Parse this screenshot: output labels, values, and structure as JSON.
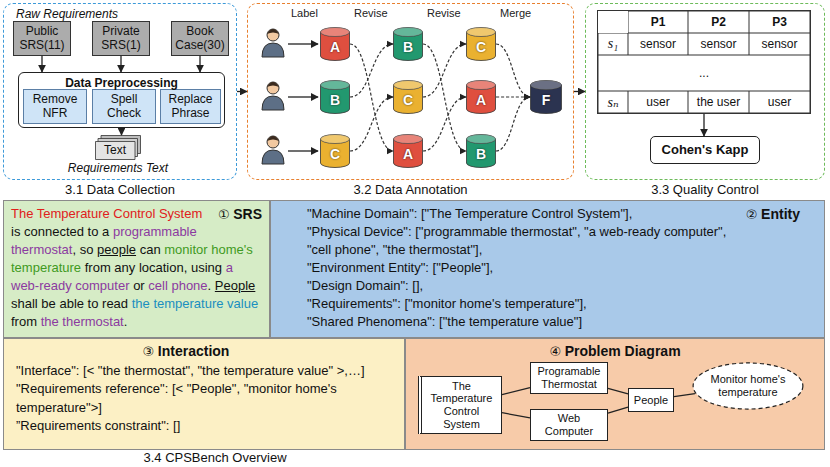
{
  "diagram": {
    "caption": "3.4 CPSBench Overview",
    "nodes": [
      {
        "text": [
          "Raw Requirements",
          "3.1 Data Collection"
        ]
      },
      {
        "text": [
          "Public SRS(11)"
        ],
        "in": 0
      },
      {
        "text": [
          "Private SRS(1)"
        ],
        "in": 0
      },
      {
        "text": [
          "Book Case(30)"
        ],
        "in": 0
      },
      {
        "text": [
          "Data Preprocessing"
        ],
        "in": 0
      },
      {
        "text": [
          "Remove NFR"
        ],
        "in": 4
      },
      {
        "text": [
          "Spell Check"
        ],
        "in": 4
      },
      {
        "text": [
          "Replace Phrase"
        ],
        "in": 4
      },
      {
        "text": [
          "Text",
          "Requirements Text"
        ],
        "in": 0
      },
      {
        "text": [
          "3.2 Data Annotation"
        ]
      },
      {
        "text": [
          "A"
        ],
        "in": 9
      },
      {
        "text": [
          "B"
        ],
        "in": 9
      },
      {
        "text": [
          "C"
        ],
        "in": 9
      },
      {
        "text": [
          "B"
        ],
        "in": 9
      },
      {
        "text": [
          "C"
        ],
        "in": 9
      },
      {
        "text": [
          "A"
        ],
        "in": 9
      },
      {
        "text": [
          "F"
        ],
        "in": 9
      },
      {
        "text": [
          "C"
        ],
        "in": 9
      },
      {
        "text": [
          "A"
        ],
        "in": 9
      },
      {
        "text": [
          "B"
        ],
        "in": 9
      },
      {
        "text": [
          "3.3 Quality Control"
        ]
      },
      {
        "text": [
          "P1",
          "P2",
          "P3",
          "s₁",
          "sensor",
          "sensor",
          "sensor",
          "...",
          "sₙ",
          "user",
          "the user",
          "user"
        ],
        "in": 20
      },
      {
        "text": [
          "Cohen's Kapp"
        ],
        "in": 20
      },
      {
        "text": [
          "The Temperature Control System",
          "①",
          "SRS",
          "is connected to a",
          "programmable thermostat",
          ", so",
          "people",
          "can",
          "monitor home's temperature",
          "from any location, using",
          "a web-ready computer",
          "or",
          "cell phone",
          ".",
          "People",
          "shall be able to read",
          "the temperature value",
          "from",
          "the thermostat",
          "."
        ]
      },
      {
        "text": [
          "②",
          "Entity",
          "\"Machine Domain\": [\"The Temperature Control System\"],",
          "\"Physical Device\": [\"programmable thermostat\", \"a web-ready computer\", \"cell phone\", \"the thermostat\"],",
          "\"Environment Entity\": [\"People\"],",
          "\"Design Domain\": [],",
          "\"Requirements\": [\"monitor home's temperature\"],",
          "\"Shared Phenomena\": [\"the temperature value\"]"
        ]
      },
      {
        "text": [
          "③",
          "Interaction",
          "\"Interface\": [< \"the thermostat\", \"the temperature value\" >,…]",
          "\"Requirements reference\": [< \"People\", \"monitor home's temperature\">]",
          "”Requirements constraint\": []"
        ]
      },
      {
        "text": [
          "④",
          "Problem Diagram"
        ]
      },
      {
        "text": [
          "The Temperature Control System"
        ],
        "in": 26
      },
      {
        "text": [
          "Programable Thermostat"
        ],
        "in": 26
      },
      {
        "text": [
          "Web Computer"
        ],
        "in": 26
      },
      {
        "text": [
          "People"
        ],
        "in": 26
      },
      {
        "text": [
          "Monitor home's temperature"
        ],
        "in": 26
      }
    ],
    "edges": [
      {
        "from": 0,
        "to": 9,
        "arrow": "to"
      },
      {
        "from": 9,
        "to": 20,
        "arrow": "to"
      },
      {
        "from": 1,
        "to": 4,
        "arrow": "to"
      },
      {
        "from": 2,
        "to": 4,
        "arrow": "to"
      },
      {
        "from": 3,
        "to": 4,
        "arrow": "to"
      },
      {
        "from": 4,
        "to": 8,
        "arrow": "to"
      },
      {
        "from": 10,
        "to": 18,
        "arrow": "to"
      },
      {
        "from": 18,
        "to": 15,
        "arrow": "to"
      },
      {
        "from": 13,
        "to": 11,
        "arrow": "to"
      },
      {
        "from": 11,
        "to": 19,
        "arrow": "to"
      },
      {
        "from": 17,
        "to": 14,
        "arrow": "to"
      },
      {
        "from": 14,
        "to": 12,
        "arrow": "to"
      },
      {
        "from": 12,
        "to": 16,
        "arrow": "to"
      },
      {
        "from": 15,
        "to": 16,
        "arrow": "to"
      },
      {
        "from": 19,
        "to": 16,
        "arrow": "to"
      },
      {
        "from": 21,
        "to": 22,
        "arrow": "to"
      },
      {
        "from": 27,
        "to": 28,
        "arrow": "none"
      },
      {
        "from": 27,
        "to": 29,
        "arrow": "none"
      },
      {
        "from": 28,
        "to": 30,
        "arrow": "none"
      },
      {
        "from": 29,
        "to": 30,
        "arrow": "none"
      },
      {
        "from": 30,
        "to": 31,
        "arrow": "none"
      }
    ],
    "labels": [
      "Label",
      "Revise",
      "Revise",
      "Merge"
    ]
  }
}
